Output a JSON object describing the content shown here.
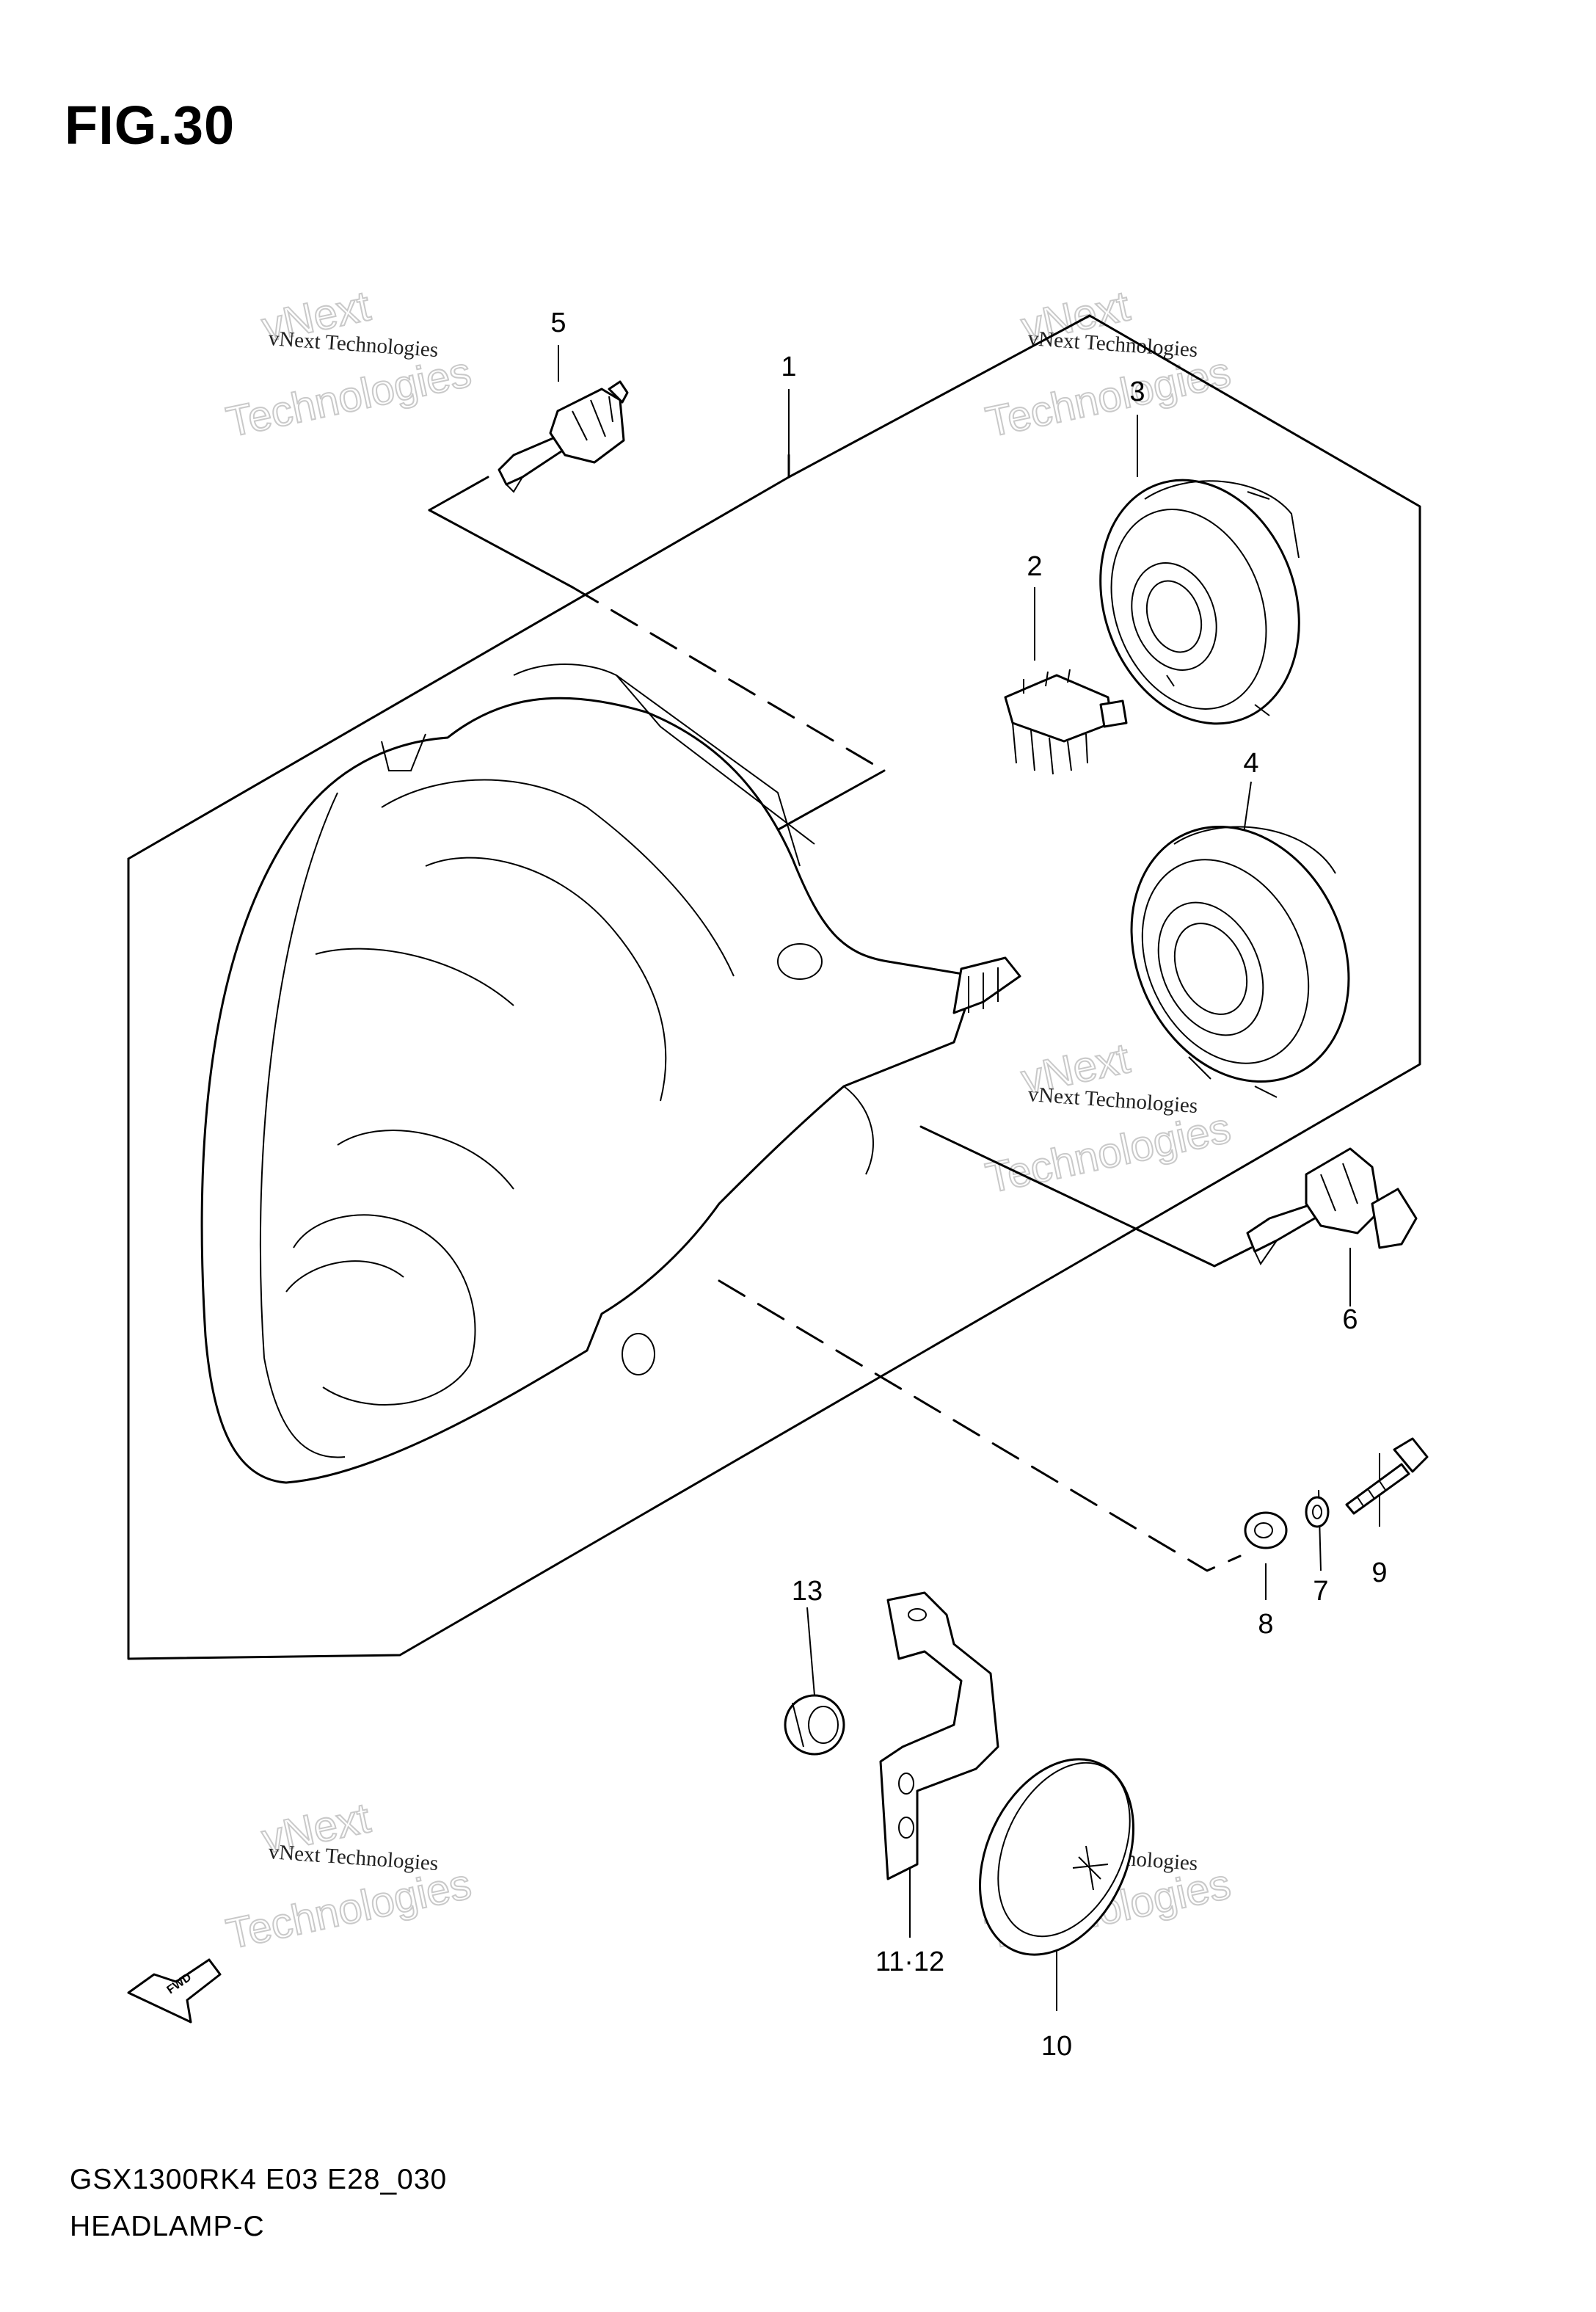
{
  "figure": {
    "title": "FIG.30"
  },
  "callouts": [
    {
      "id": "1",
      "label": "1"
    },
    {
      "id": "2",
      "label": "2"
    },
    {
      "id": "3",
      "label": "3"
    },
    {
      "id": "4",
      "label": "4"
    },
    {
      "id": "5",
      "label": "5"
    },
    {
      "id": "6",
      "label": "6"
    },
    {
      "id": "7",
      "label": "7"
    },
    {
      "id": "8",
      "label": "8"
    },
    {
      "id": "9",
      "label": "9"
    },
    {
      "id": "10",
      "label": "10"
    },
    {
      "id": "11-12",
      "label": "11·12"
    },
    {
      "id": "13",
      "label": "13"
    }
  ],
  "watermark": {
    "small": "vNext Technologies",
    "big_line1": "vNext",
    "big_line2": "Technologies"
  },
  "fwd_label": "FWD",
  "footer": {
    "code": "GSX1300RK4 E03 E28_030",
    "name": "HEADLAMP-C"
  }
}
